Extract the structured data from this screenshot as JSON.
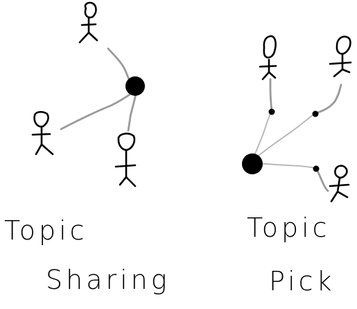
{
  "labels": {
    "left_line1": "Topic",
    "left_line2": "Sharing",
    "right_line1": "Topic",
    "right_line2": "Pick"
  }
}
